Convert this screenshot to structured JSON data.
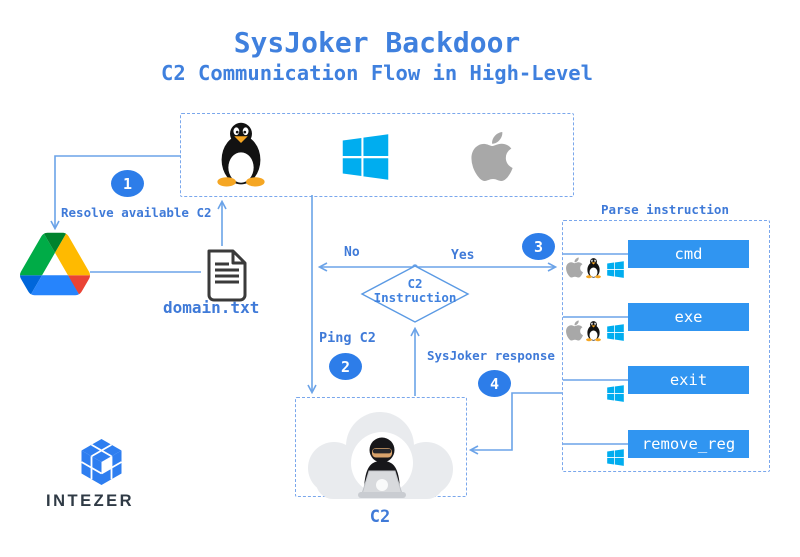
{
  "title": {
    "main": "SysJoker Backdoor",
    "subtitle": "C2 Communication Flow in High-Level"
  },
  "colors": {
    "accent_text": "#3f80de",
    "label_text": "#3f7ad8",
    "line": "#6ba3e8",
    "dashed_border": "#7aa7ec",
    "badge": "#2d7de9",
    "command_button": "#3095f1",
    "windows_blue": "#00adef",
    "apple_gray": "#a8a8a8",
    "cloud_gray": "#e9ebee",
    "intezer_blue": "#2e7ef0"
  },
  "os_box": {
    "platforms": [
      "linux",
      "windows",
      "macos"
    ]
  },
  "flow": {
    "step1": {
      "number": "1",
      "label": "Resolve available C2"
    },
    "step2": {
      "number": "2",
      "label": "Ping C2"
    },
    "step3": {
      "number": "3"
    },
    "step4": {
      "number": "4",
      "label": "SysJoker response"
    },
    "decision": {
      "line1": "C2",
      "line2": "Instruction",
      "no": "No",
      "yes": "Yes"
    }
  },
  "artifacts": {
    "domain_file": "domain.txt",
    "c2_server": "C2"
  },
  "parse_box": {
    "title": "Parse instruction",
    "commands": [
      {
        "label": "cmd",
        "platforms": [
          "macos",
          "linux",
          "windows"
        ]
      },
      {
        "label": "exe",
        "platforms": [
          "macos",
          "linux",
          "windows"
        ]
      },
      {
        "label": "exit",
        "platforms": [
          "windows"
        ]
      },
      {
        "label": "remove_reg",
        "platforms": [
          "windows"
        ]
      }
    ]
  },
  "branding": {
    "company": "INTEZER"
  }
}
